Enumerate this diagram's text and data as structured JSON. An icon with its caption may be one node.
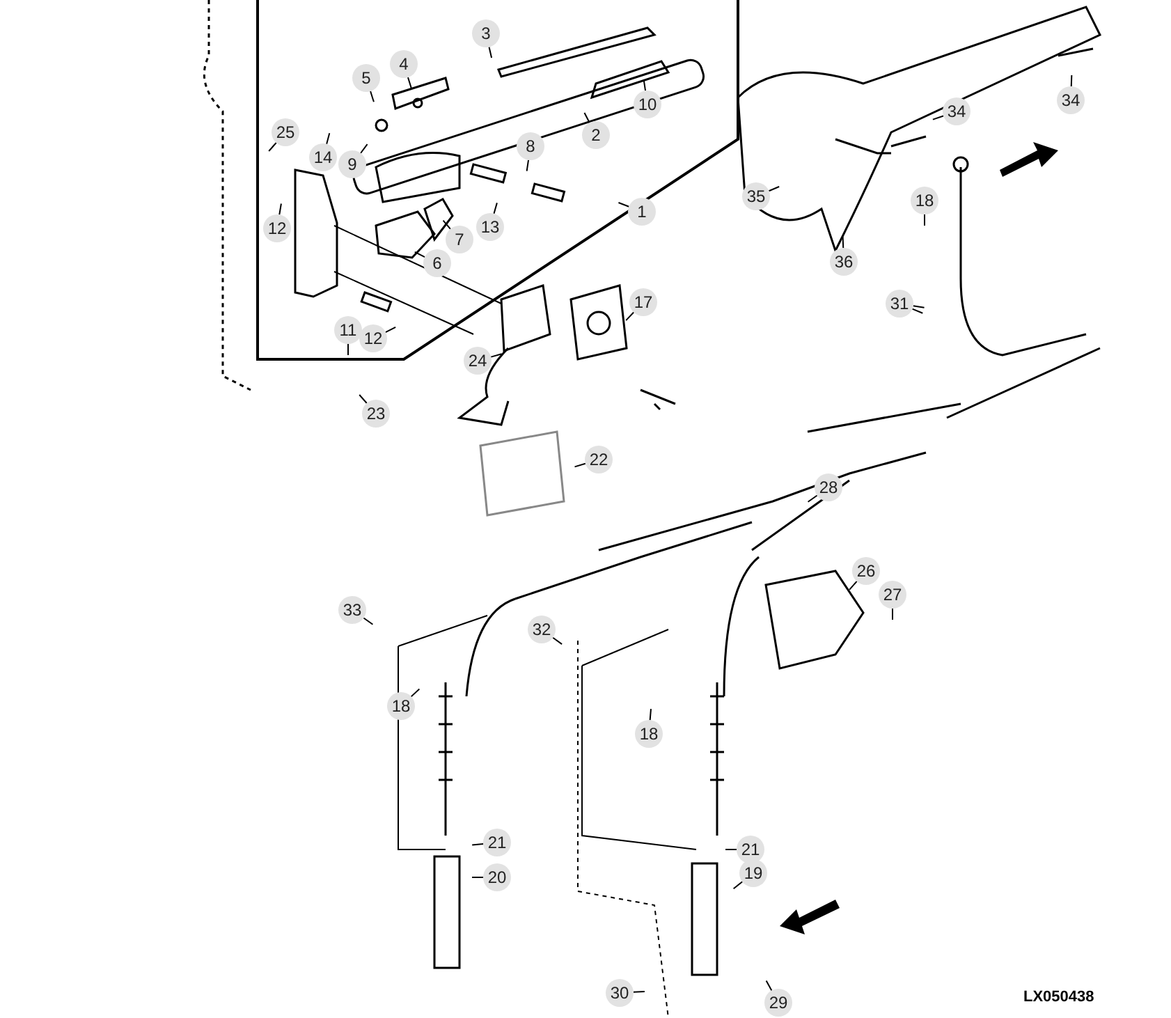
{
  "diagram": {
    "nodes": [
      {
        "text": [
          "3"
        ]
      },
      {
        "text": [
          "4"
        ]
      },
      {
        "text": [
          "5"
        ]
      },
      {
        "text": [
          "10"
        ]
      },
      {
        "text": [
          "34"
        ]
      },
      {
        "text": [
          "2"
        ]
      },
      {
        "text": [
          "25"
        ]
      },
      {
        "text": [
          "34"
        ]
      },
      {
        "text": [
          "14"
        ]
      },
      {
        "text": [
          "9"
        ]
      },
      {
        "text": [
          "8"
        ]
      },
      {
        "text": [
          "35"
        ]
      },
      {
        "text": [
          "12"
        ]
      },
      {
        "text": [
          "1"
        ]
      },
      {
        "text": [
          "18"
        ]
      },
      {
        "text": [
          "13"
        ]
      },
      {
        "text": [
          "7"
        ]
      },
      {
        "text": [
          "36"
        ]
      },
      {
        "text": [
          "6"
        ]
      },
      {
        "text": [
          "31"
        ]
      },
      {
        "text": [
          "17"
        ]
      },
      {
        "text": [
          "11"
        ]
      },
      {
        "text": [
          "12"
        ]
      },
      {
        "text": [
          "24"
        ]
      },
      {
        "text": [
          "23"
        ]
      },
      {
        "text": [
          "22"
        ]
      },
      {
        "text": [
          "28"
        ]
      },
      {
        "text": [
          "26"
        ]
      },
      {
        "text": [
          "27"
        ]
      },
      {
        "text": [
          "33"
        ]
      },
      {
        "text": [
          "32"
        ]
      },
      {
        "text": [
          "18"
        ]
      },
      {
        "text": [
          "18"
        ]
      },
      {
        "text": [
          "21"
        ]
      },
      {
        "text": [
          "20"
        ]
      },
      {
        "text": [
          "21"
        ]
      },
      {
        "text": [
          "19"
        ]
      },
      {
        "text": [
          "30"
        ]
      },
      {
        "text": [
          "29"
        ]
      }
    ],
    "edges": [
      {
        "from": 0,
        "to": null,
        "arrow": "none"
      },
      {
        "from": 1,
        "to": null,
        "arrow": "none"
      },
      {
        "from": 2,
        "to": null,
        "arrow": "none"
      },
      {
        "from": 3,
        "to": null,
        "arrow": "none"
      },
      {
        "from": 4,
        "to": null,
        "arrow": "none"
      },
      {
        "from": 5,
        "to": null,
        "arrow": "none"
      },
      {
        "from": 6,
        "to": null,
        "arrow": "none"
      },
      {
        "from": 7,
        "to": null,
        "arrow": "none"
      },
      {
        "from": 8,
        "to": null,
        "arrow": "none"
      },
      {
        "from": 9,
        "to": null,
        "arrow": "none"
      },
      {
        "from": 10,
        "to": null,
        "arrow": "none"
      },
      {
        "from": 11,
        "to": null,
        "arrow": "none"
      },
      {
        "from": 12,
        "to": null,
        "arrow": "none"
      },
      {
        "from": 13,
        "to": null,
        "arrow": "none"
      },
      {
        "from": 14,
        "to": null,
        "arrow": "none"
      },
      {
        "from": 15,
        "to": null,
        "arrow": "none"
      },
      {
        "from": 16,
        "to": null,
        "arrow": "none"
      },
      {
        "from": 17,
        "to": null,
        "arrow": "none"
      },
      {
        "from": 18,
        "to": null,
        "arrow": "none"
      },
      {
        "from": 19,
        "to": null,
        "arrow": "none"
      },
      {
        "from": 19,
        "to": null,
        "arrow": "none"
      },
      {
        "from": 20,
        "to": null,
        "arrow": "none"
      },
      {
        "from": 21,
        "to": null,
        "arrow": "none"
      },
      {
        "from": 22,
        "to": null,
        "arrow": "none"
      },
      {
        "from": 23,
        "to": null,
        "arrow": "none"
      },
      {
        "from": 24,
        "to": null,
        "arrow": "none"
      },
      {
        "from": 25,
        "to": null,
        "arrow": "none"
      },
      {
        "from": 26,
        "to": null,
        "arrow": "none"
      },
      {
        "from": 27,
        "to": null,
        "arrow": "none"
      },
      {
        "from": 28,
        "to": null,
        "arrow": "none"
      },
      {
        "from": 29,
        "to": null,
        "arrow": "none"
      },
      {
        "from": 30,
        "to": null,
        "arrow": "none"
      },
      {
        "from": 31,
        "to": null,
        "arrow": "none"
      },
      {
        "from": 32,
        "to": null,
        "arrow": "none"
      },
      {
        "from": 33,
        "to": null,
        "arrow": "none"
      },
      {
        "from": 34,
        "to": null,
        "arrow": "none"
      },
      {
        "from": 35,
        "to": null,
        "arrow": "none"
      },
      {
        "from": 36,
        "to": null,
        "arrow": "none"
      },
      {
        "from": 37,
        "to": null,
        "arrow": "none"
      },
      {
        "from": 38,
        "to": null,
        "arrow": "none"
      }
    ],
    "labels": [
      "LX050438"
    ]
  }
}
